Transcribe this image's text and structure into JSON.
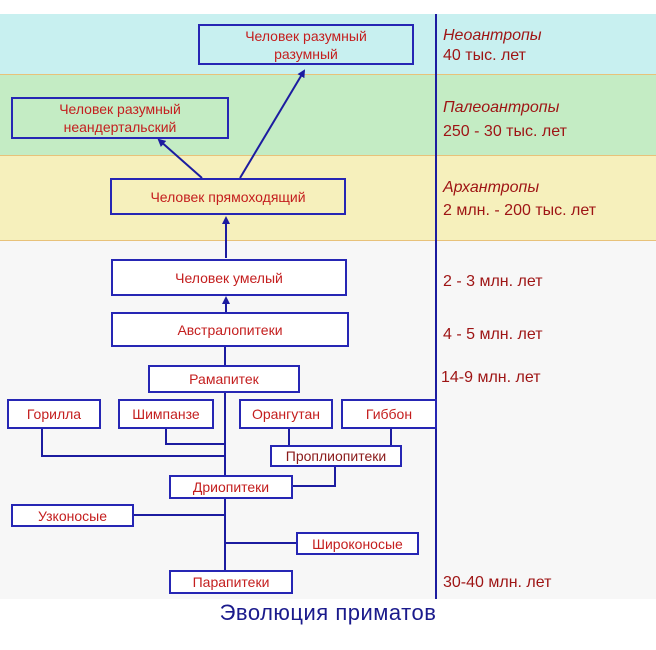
{
  "title": "Эволюция приматов",
  "colors": {
    "node_border": "#2626b4",
    "node_text": "#c41e1e",
    "period_text": "#9e1414",
    "timeline": "#1c1ca0",
    "band_neo": "#c8f0f0",
    "band_paleo": "#c4ecc4",
    "band_arch": "#f6f0bc",
    "title": "#1a1a8c"
  },
  "periods": [
    {
      "id": "neo",
      "name": "Неоантропы",
      "time": "40 тыс. лет"
    },
    {
      "id": "paleo",
      "name": "Палеоантропы",
      "time": "250 - 30 тыс. лет"
    },
    {
      "id": "arch",
      "name": "Архантропы",
      "time": "2 млн. - 200 тыс. лет"
    },
    {
      "id": "habilis",
      "name": "",
      "time": "2 - 3 млн. лет"
    },
    {
      "id": "australo",
      "name": "",
      "time": "4 - 5 млн. лет"
    },
    {
      "id": "ramapith",
      "name": "",
      "time": "14-9 млн. лет"
    },
    {
      "id": "parapith",
      "name": "",
      "time": "30-40 млн. лет"
    }
  ],
  "nodes": {
    "sapiens_sapiens": {
      "line1": "Человек разумный",
      "line2": "разумный"
    },
    "neanderthal": {
      "line1": "Человек разумный",
      "line2": "неандертальский"
    },
    "erectus": "Человек прямоходящий",
    "habilis": "Человек умелый",
    "australopithecus": "Австралопитеки",
    "ramapithecus": "Рамапитек",
    "gorilla": "Горилла",
    "chimpanzee": "Шимпанзе",
    "orangutan": "Орангутан",
    "gibbon": "Гиббон",
    "propliopithecus": "Проплиопитеки",
    "dryopithecus": "Дриопитеки",
    "catarrhini": "Узконосые",
    "platyrrhini": "Широконосые",
    "parapithecus": "Парапитеки"
  },
  "edges": [
    {
      "from": "erectus",
      "to": "sapiens_sapiens",
      "arrow": true
    },
    {
      "from": "erectus",
      "to": "neanderthal",
      "arrow": true
    },
    {
      "from": "habilis",
      "to": "erectus",
      "arrow": true
    },
    {
      "from": "australopithecus",
      "to": "habilis",
      "arrow": true
    },
    {
      "from": "ramapithecus",
      "to": "australopithecus",
      "arrow": false
    },
    {
      "from": "dryopithecus",
      "to": "ramapithecus",
      "arrow": false
    },
    {
      "from": "dryopithecus",
      "to": "gorilla",
      "arrow": false
    },
    {
      "from": "dryopithecus",
      "to": "chimpanzee",
      "arrow": false
    },
    {
      "from": "dryopithecus",
      "to": "propliopithecus",
      "arrow": false
    },
    {
      "from": "propliopithecus",
      "to": "orangutan",
      "arrow": false
    },
    {
      "from": "propliopithecus",
      "to": "gibbon",
      "arrow": false
    },
    {
      "from": "parapithecus",
      "to": "dryopithecus",
      "arrow": false
    },
    {
      "from": "parapithecus",
      "to": "catarrhini",
      "arrow": false
    },
    {
      "from": "parapithecus",
      "to": "platyrrhini",
      "arrow": false
    }
  ]
}
